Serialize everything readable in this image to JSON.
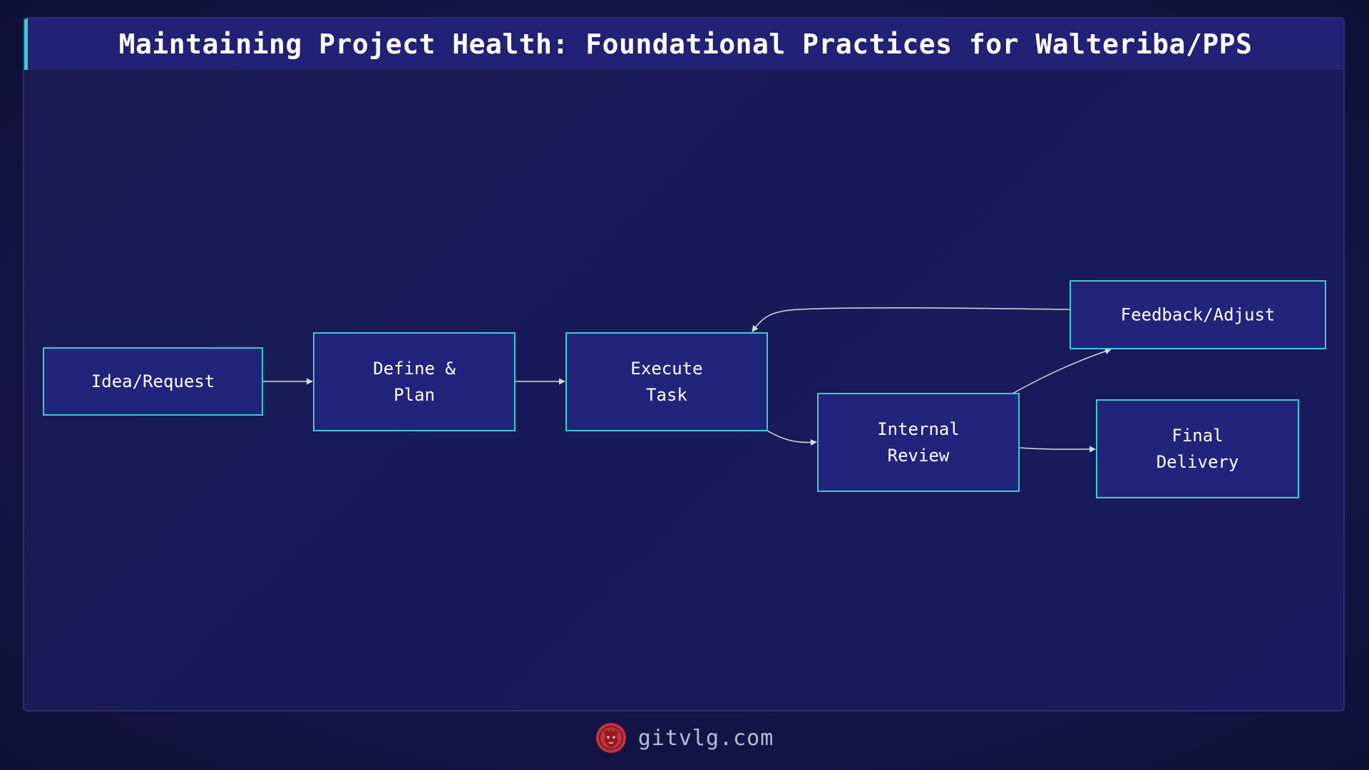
{
  "header": {
    "title": "Maintaining Project Health: Foundational Practices for Walteriba/PPS"
  },
  "diagram": {
    "nodes": [
      {
        "id": "idea",
        "lines": [
          "Idea/Request"
        ]
      },
      {
        "id": "define",
        "lines": [
          "Define &",
          "Plan"
        ]
      },
      {
        "id": "execute",
        "lines": [
          "Execute",
          "Task"
        ]
      },
      {
        "id": "review",
        "lines": [
          "Internal",
          "Review"
        ]
      },
      {
        "id": "feedback",
        "lines": [
          "Feedback/Adjust"
        ]
      },
      {
        "id": "final",
        "lines": [
          "Final",
          "Delivery"
        ]
      }
    ],
    "edges": [
      {
        "from": "idea",
        "to": "define"
      },
      {
        "from": "define",
        "to": "execute"
      },
      {
        "from": "execute",
        "to": "review"
      },
      {
        "from": "review",
        "to": "feedback"
      },
      {
        "from": "review",
        "to": "final"
      },
      {
        "from": "feedback",
        "to": "execute"
      }
    ]
  },
  "footer": {
    "site": "gitvlg.com",
    "logo_icon": "lion-head-icon",
    "logo_color": "#c8343c"
  },
  "colors": {
    "background": "#141548",
    "node_fill": "#22237a",
    "node_border": "#3ecbd0",
    "accent": "#3ecbd0",
    "edge": "#d8d8e6"
  }
}
